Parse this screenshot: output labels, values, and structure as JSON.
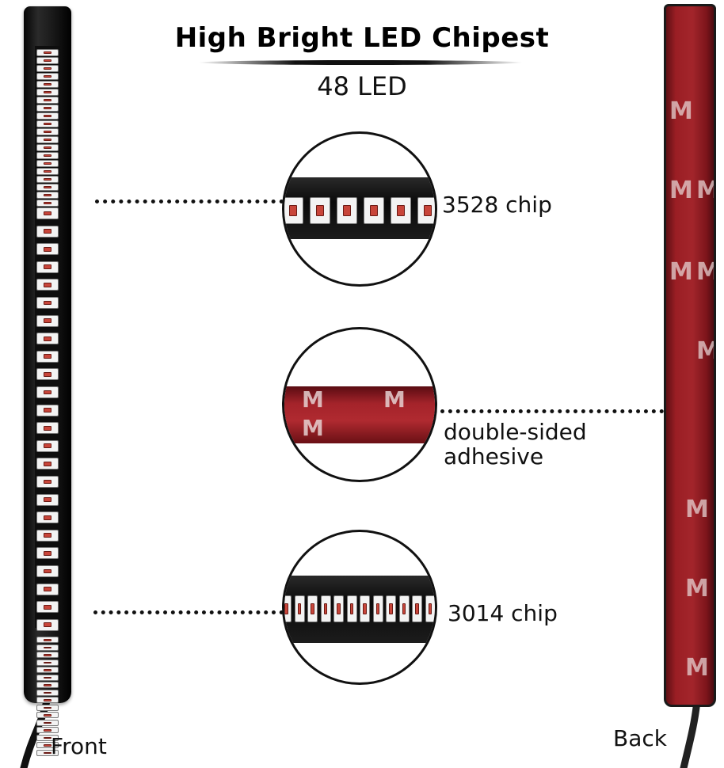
{
  "header": {
    "title": "High Bright LED  Chipest",
    "subtitle": "48 LED"
  },
  "callouts": {
    "chip_3528": "3528 chip",
    "adhesive_line1": "double-sided",
    "adhesive_line2": "adhesive",
    "chip_3014": "3014 chip"
  },
  "strips": {
    "front_label": "Front",
    "back_label": "Back"
  },
  "colors": {
    "strip_black": "#111111",
    "adhesive_red": "#a3252b",
    "led_red": "#c8453a"
  }
}
